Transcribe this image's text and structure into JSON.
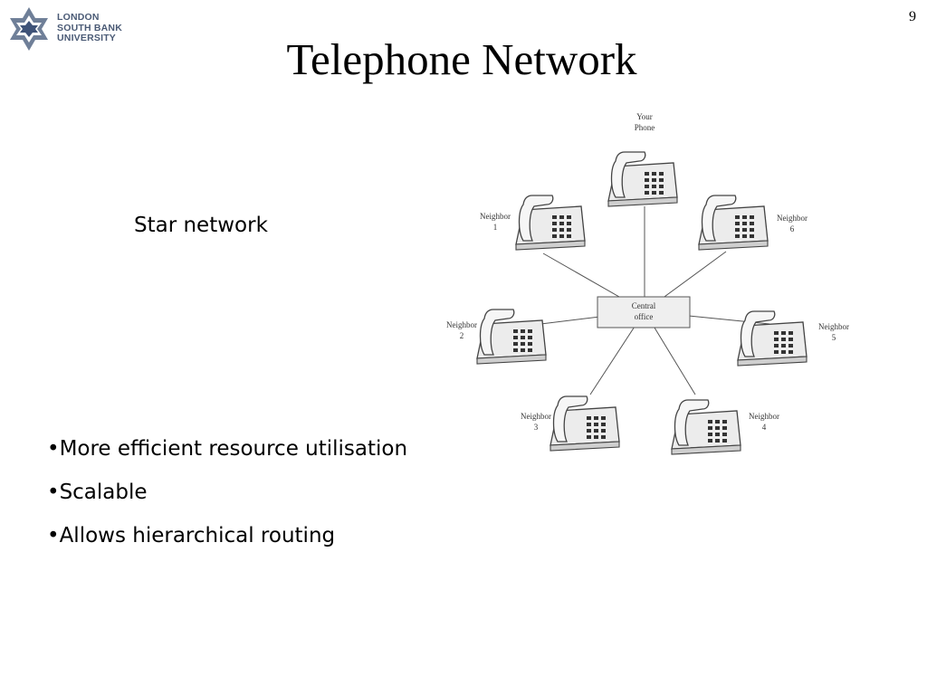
{
  "header": {
    "logo_lines": [
      "LONDON",
      "SOUTH BANK",
      "UNIVERSITY"
    ],
    "page_number": "9",
    "title": "Telephone Network"
  },
  "subtitle": "Star network",
  "diagram": {
    "center_label": [
      "Central",
      "office"
    ],
    "nodes": [
      {
        "id": "your-phone",
        "label": [
          "Your",
          "Phone"
        ]
      },
      {
        "id": "neighbor-1",
        "label": [
          "Neighbor",
          "1"
        ]
      },
      {
        "id": "neighbor-2",
        "label": [
          "Neighbor",
          "2"
        ]
      },
      {
        "id": "neighbor-3",
        "label": [
          "Neighbor",
          "3"
        ]
      },
      {
        "id": "neighbor-4",
        "label": [
          "Neighbor",
          "4"
        ]
      },
      {
        "id": "neighbor-5",
        "label": [
          "Neighbor",
          "5"
        ]
      },
      {
        "id": "neighbor-6",
        "label": [
          "Neighbor",
          "6"
        ]
      }
    ]
  },
  "bullets": [
    "•More efficient resource utilisation",
    "•Scalable",
    "•Allows hierarchical routing"
  ]
}
